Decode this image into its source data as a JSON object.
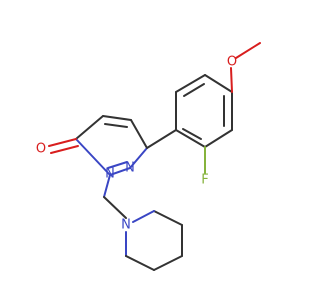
{
  "molecule": {
    "atoms": {
      "o_carbonyl": {
        "symbol": "O",
        "color": "#d81e1e"
      },
      "n_pyridazine_1": {
        "symbol": "N",
        "color": "#3a46c4"
      },
      "n_pyridazine_2": {
        "symbol": "N",
        "color": "#3a46c4"
      },
      "n_piperidine": {
        "symbol": "N",
        "color": "#3a46c4"
      },
      "o_methoxy": {
        "symbol": "O",
        "color": "#d81e1e"
      },
      "f_aryl": {
        "symbol": "F",
        "color": "#86b33c"
      }
    },
    "colors": {
      "bond": "#333333",
      "nitrogen": "#3a46c4",
      "oxygen": "#d81e1e",
      "fluorine": "#86b33c",
      "background": "#ffffff"
    }
  }
}
